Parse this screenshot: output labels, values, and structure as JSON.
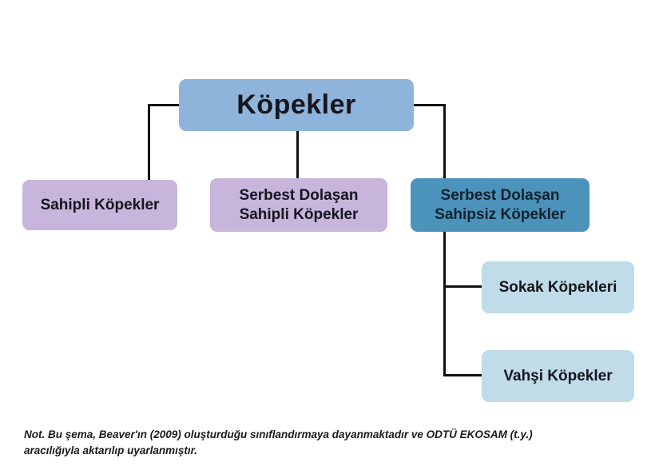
{
  "diagram": {
    "title_node": {
      "label": "Köpekler"
    },
    "level1": [
      {
        "id": "owned",
        "label": "Sahipli Köpekler"
      },
      {
        "id": "freeroam-owned",
        "label": "Serbest Dolaşan Sahipli Köpekler"
      },
      {
        "id": "freeroam-unowned",
        "label": "Serbest Dolaşan Sahipsiz Köpekler"
      }
    ],
    "level2": [
      {
        "id": "street",
        "label": "Sokak Köpekleri"
      },
      {
        "id": "feral",
        "label": "Vahşi Köpekler"
      }
    ],
    "colors": {
      "root_bg": "#8fb4db",
      "owned_bg": "#c7b5db",
      "unowned_bg": "#4b93bb",
      "child_bg": "#bfdce8",
      "line": "#111111",
      "text": "#15151e",
      "text_dark": "#14222e",
      "background": "#ffffff"
    }
  },
  "note": {
    "line1": "Not. Bu şema, Beaver'ın (2009) oluşturduğu sınıflandırmaya dayanmaktadır ve ODTÜ EKOSAM (t.y.)",
    "line2": "aracılığıyla aktarılıp uyarlanmıştır."
  }
}
